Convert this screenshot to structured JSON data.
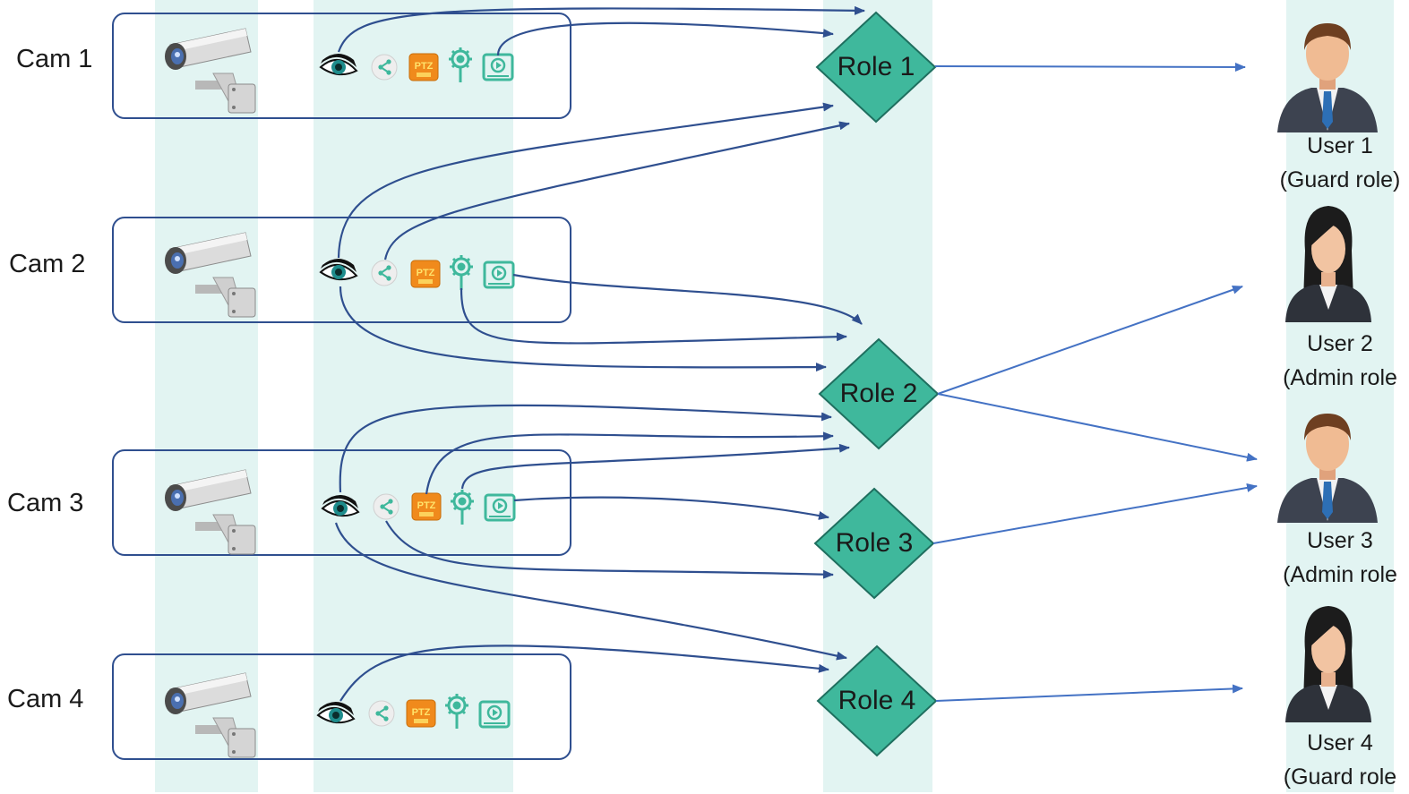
{
  "cameras": [
    {
      "label": "Cam 1"
    },
    {
      "label": "Cam 2"
    },
    {
      "label": "Cam 3"
    },
    {
      "label": "Cam 4"
    }
  ],
  "roles": [
    {
      "label": "Role 1"
    },
    {
      "label": "Role 2"
    },
    {
      "label": "Role 3"
    },
    {
      "label": "Role 4"
    }
  ],
  "users": [
    {
      "name": "User 1",
      "role": "(Guard role)",
      "avatar": "male-user-icon"
    },
    {
      "name": "User 2",
      "role": "(Admin role",
      "avatar": "female-user-icon"
    },
    {
      "name": "User 3",
      "role": "(Admin role",
      "avatar": "male-user-icon"
    },
    {
      "name": "User 4",
      "role": "(Guard role",
      "avatar": "female-user-icon"
    }
  ],
  "permission_icons": [
    "eye-icon",
    "share-icon",
    "ptz-icon",
    "settings-icon",
    "playback-icon"
  ],
  "colors": {
    "role_fill": "#3fb89c",
    "arrow": "#2f4f8f",
    "role_arrow": "#4472c4",
    "band": "#e2f4f2"
  }
}
